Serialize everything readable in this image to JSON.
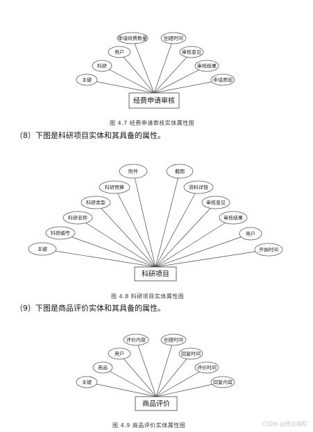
{
  "diagrams": [
    {
      "id": "d1",
      "entity": "经费申请审核",
      "attributes": [
        "主键",
        "科研",
        "用户",
        "申请经费数量",
        "创建时间",
        "审核意见",
        "审核结果",
        "申请原因"
      ],
      "caption": "图 4.7 经费申请审核实体属性图"
    },
    {
      "id": "d2",
      "entity": "科研项目",
      "attributes": [
        "主键",
        "科研编号",
        "科研名称",
        "科研类型",
        "科研预算",
        "附件",
        "截图",
        "资料详情",
        "审核意见",
        "审核结果",
        "用户",
        "开始时间"
      ],
      "caption": "图 4.8 科研项目实体属性图"
    },
    {
      "id": "d3",
      "entity": "商品评价",
      "attributes": [
        "主键",
        "商品",
        "用户",
        "评价内容",
        "创建时间",
        "回复时间",
        "评价时间",
        "回复内容"
      ],
      "caption": "图 4.9 商品评价实体属性图"
    }
  ],
  "paragraphs": [
    "（8）下图是科研项目实体和其具备的属性。",
    "（9）下图是商品评价实体和其具备的属性。"
  ],
  "watermark": "CSDN @韩文编程"
}
